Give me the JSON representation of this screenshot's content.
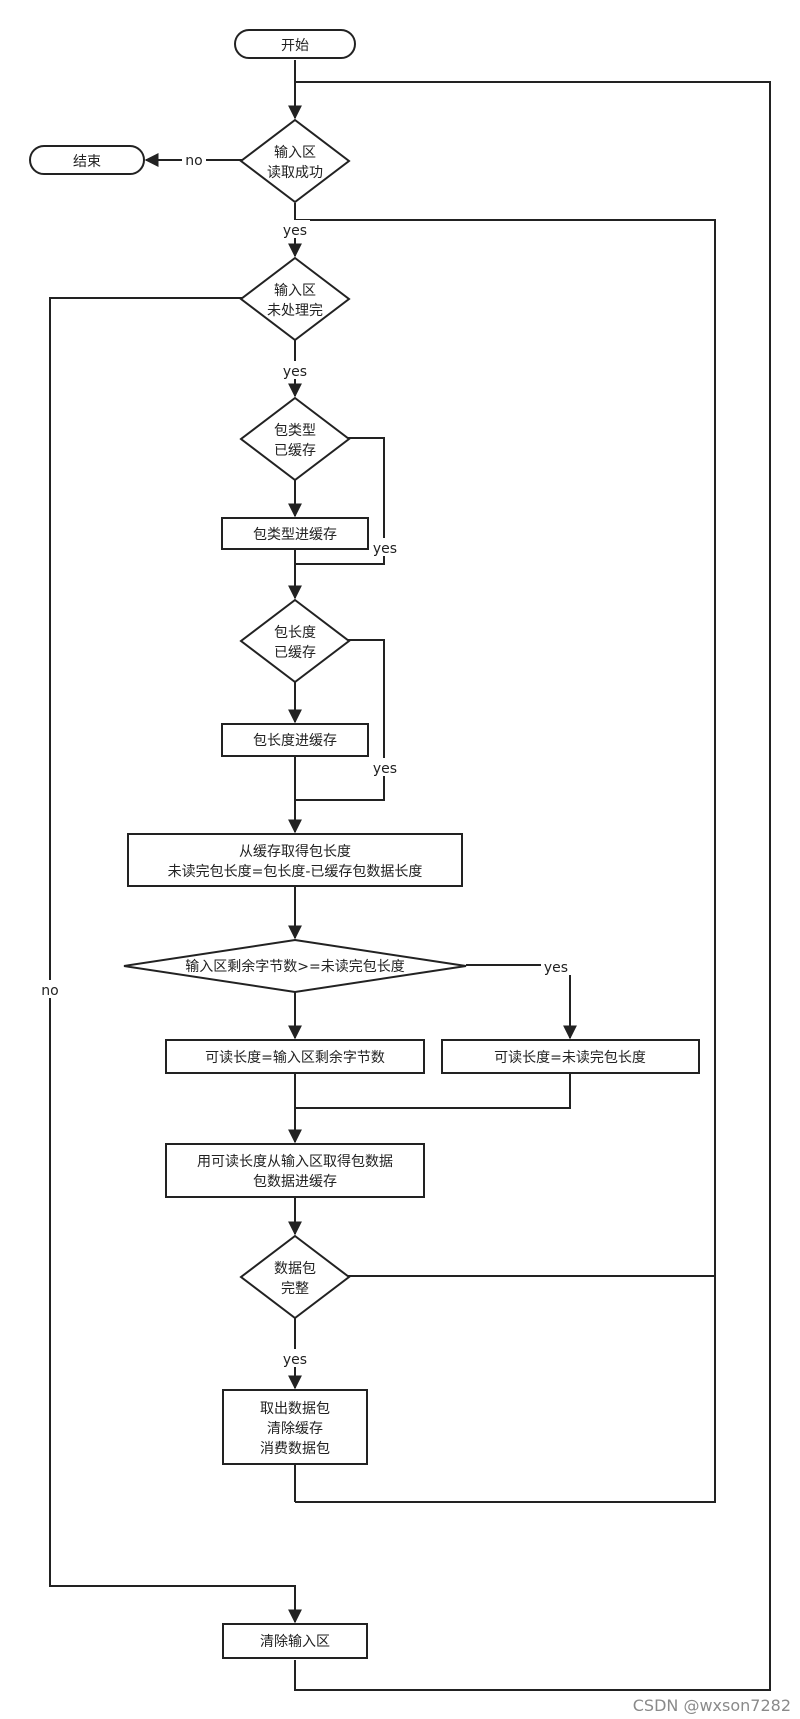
{
  "nodes": {
    "start": "开始",
    "end": "结束",
    "read_ok": [
      "输入区",
      "读取成功"
    ],
    "not_done": [
      "输入区",
      "未处理完"
    ],
    "type_cached": [
      "包类型",
      "已缓存"
    ],
    "type_to_cache": "包类型进缓存",
    "len_cached": [
      "包长度",
      "已缓存"
    ],
    "len_to_cache": "包长度进缓存",
    "get_len": [
      "从缓存取得包长度",
      "未读完包长度=包长度-已缓存包数据长度"
    ],
    "compare": "输入区剩余字节数>=未读完包长度",
    "readable_remaining": "可读长度=输入区剩余字节数",
    "readable_unread": "可读长度=未读完包长度",
    "fetch_data": [
      "用可读长度从输入区取得包数据",
      "包数据进缓存"
    ],
    "complete": [
      "数据包",
      "完整"
    ],
    "consume": [
      "取出数据包",
      "清除缓存",
      "消费数据包"
    ],
    "clear_input": "清除输入区"
  },
  "labels": {
    "no": "no",
    "yes": "yes"
  },
  "watermark": "CSDN @wxson7282"
}
